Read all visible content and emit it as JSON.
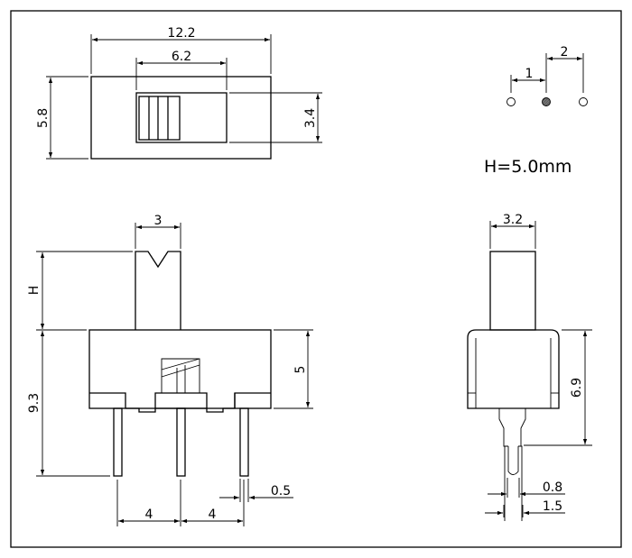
{
  "top_view": {
    "width": "12.2",
    "slot_width": "6.2",
    "height": "5.8",
    "slot_height": "3.4"
  },
  "pin_layout": {
    "pitch_1": "1",
    "pitch_2": "2",
    "common_pin_color": "#777777"
  },
  "note": "H=5.0mm",
  "front_view": {
    "actuator_width": "3",
    "actuator_height": "H",
    "total_height": "9.3",
    "body_height": "5",
    "pin_pitch_left": "4",
    "pin_pitch_right": "4",
    "pin_thickness": "0.5"
  },
  "side_view": {
    "actuator_width": "3.2",
    "body_height": "6.9",
    "pin_width": "0.8",
    "pin_outer_width": "1.5"
  }
}
